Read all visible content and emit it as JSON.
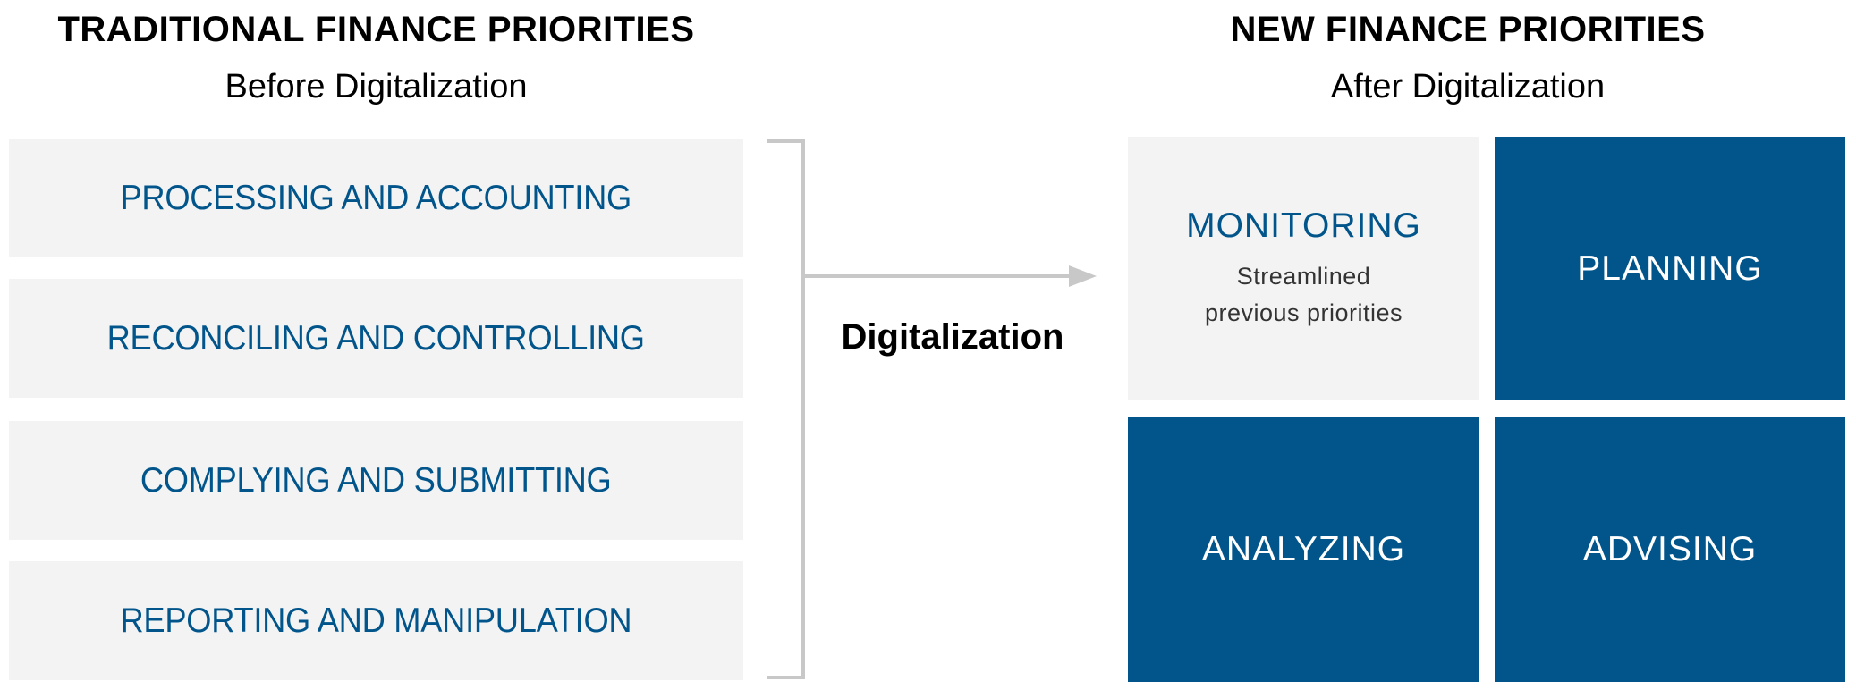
{
  "left_column": {
    "title": "TRADITIONAL FINANCE PRIORITIES",
    "subtitle": "Before Digitalization",
    "items": [
      {
        "label": "PROCESSING AND ACCOUNTING"
      },
      {
        "label": "RECONCILING AND CONTROLLING"
      },
      {
        "label": "COMPLYING AND SUBMITTING"
      },
      {
        "label": "REPORTING AND MANIPULATION"
      }
    ]
  },
  "transition": {
    "label": "Digitalization",
    "icon": "arrow-right-icon"
  },
  "right_column": {
    "title": "NEW FINANCE PRIORITIES",
    "subtitle": "After Digitalization",
    "items": [
      {
        "label": "MONITORING",
        "description_line1": "Streamlined",
        "description_line2": "previous priorities",
        "style": "light"
      },
      {
        "label": "PLANNING",
        "style": "dark"
      },
      {
        "label": "ANALYZING",
        "style": "dark"
      },
      {
        "label": "ADVISING",
        "style": "dark"
      }
    ]
  },
  "colors": {
    "brand_blue": "#01558B",
    "box_gray": "#F3F3F3",
    "connector_gray": "#C8C8C8",
    "heading_black": "#000000",
    "description_gray": "#333333"
  }
}
